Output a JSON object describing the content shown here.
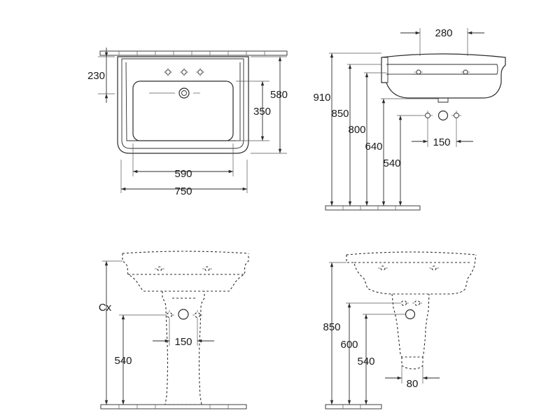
{
  "top_view": {
    "depth_front": "230",
    "depth_total": "580",
    "bowl_depth": "350",
    "bowl_width": "590",
    "total_width": "750"
  },
  "side_view": {
    "projection": "280",
    "rim_height": "910",
    "rim_inner_height": "850",
    "bowl_bottom_height": "800",
    "waste_height": "640",
    "supply_height": "540",
    "supply_spacing": "150"
  },
  "front_pedestal_view": {
    "height_variable": "Cx",
    "supply_height": "540",
    "supply_spacing": "150"
  },
  "side_pedestal_view": {
    "rim_height": "850",
    "waste_height": "600",
    "supply_height": "540",
    "pedestal_width": "80"
  }
}
